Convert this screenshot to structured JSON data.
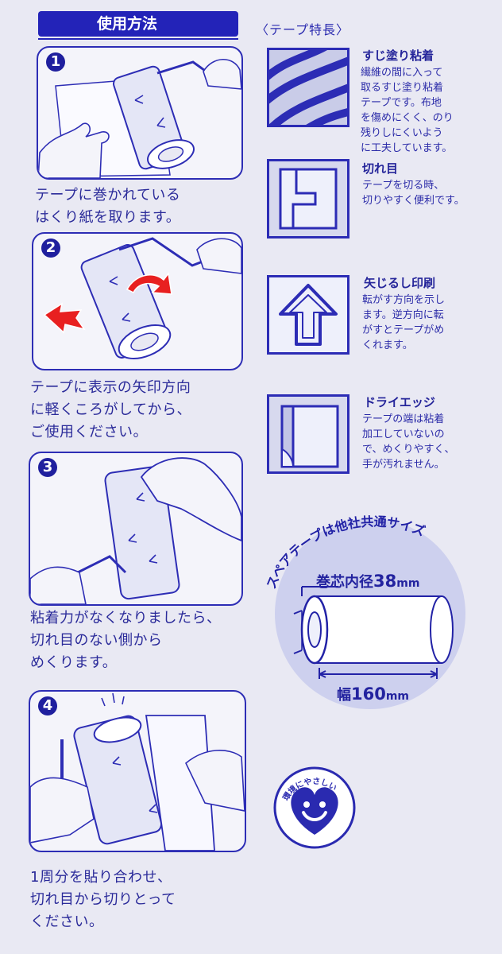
{
  "left": {
    "section_title": "使用方法",
    "steps": [
      {
        "number": "1",
        "caption_lines": [
          "テープに巻かれている",
          "はくり紙を取ります。"
        ]
      },
      {
        "number": "2",
        "caption_lines": [
          "テープに表示の矢印方向",
          "に軽くころがしてから、",
          "ご使用ください。"
        ]
      },
      {
        "number": "3",
        "caption_lines": [
          "粘着力がなくなりましたら、",
          "切れ目のない側から",
          "めくります。"
        ]
      },
      {
        "number": "4",
        "caption_lines": [
          "1周分を貼り合わせ、",
          "切れ目から切りとって",
          "ください。"
        ]
      }
    ]
  },
  "right": {
    "section_title": "〈テープ特長〉",
    "features": [
      {
        "icon": "diagonal-stripes-icon",
        "title": "すじ塗り粘着",
        "lines": [
          "繊維の間に入って",
          "取るすじ塗り粘着",
          "テープです。布地",
          "を傷めにくく、のり",
          "残りしにくいよう",
          "に工夫しています。"
        ]
      },
      {
        "icon": "cut-line-icon",
        "title": "切れ目",
        "lines": [
          "テープを切る時、",
          "切りやすく便利です。"
        ]
      },
      {
        "icon": "up-arrow-icon",
        "title": "矢じるし印刷",
        "lines": [
          "転がす方向を示し",
          "ます。逆方向に転",
          "がすとテープがめ",
          "くれます。"
        ]
      },
      {
        "icon": "dry-edge-icon",
        "title": "ドライエッジ",
        "lines": [
          "テープの端は粘着",
          "加工していないの",
          "で、めくりやすく、",
          "手が汚れません。"
        ]
      }
    ],
    "spare": {
      "arc_text": "スペアテープは他社共通サイズ",
      "core_label": "巻芯内径",
      "core_value": "38",
      "core_unit": "mm",
      "width_label": "幅",
      "width_value": "160",
      "width_unit": "mm"
    },
    "seal_text": "環境にやさしい"
  },
  "colors": {
    "blue": "#2323b8",
    "red_arrow": "#e82020",
    "background": "#e9e9f3"
  }
}
